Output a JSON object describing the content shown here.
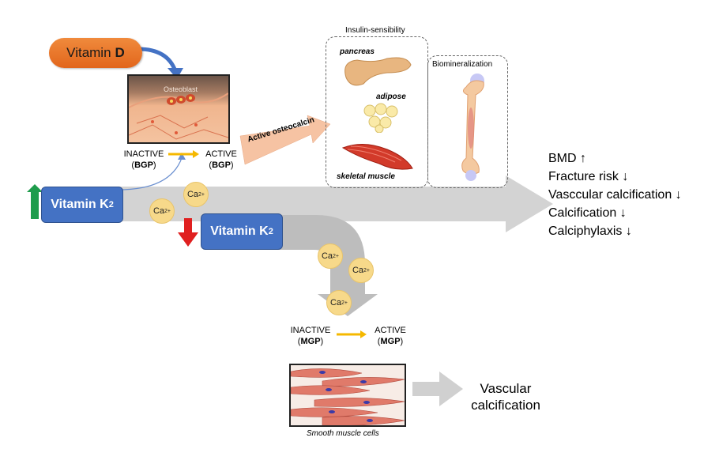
{
  "vitamin_d": {
    "label": "Vitamin",
    "letter": "D"
  },
  "osteoblast_label": "Osteoblast",
  "bgp": {
    "inactive": "INACTIVE",
    "active": "ACTIVE",
    "protein": "BGP"
  },
  "vitamin_k2": {
    "label": "Vitamin K",
    "sub": "2"
  },
  "calcium": {
    "label": "Ca",
    "charge": "2+"
  },
  "active_osteocalcin": "Active osteocalcin",
  "insulin": {
    "title": "Insulin-sensibility",
    "pancreas": "pancreas",
    "adipose": "adipose",
    "muscle": "skeletal muscle"
  },
  "biomineralization": "Biomineralization",
  "outcomes": [
    "BMD",
    "Fracture risk",
    "Vasccular calcification",
    "Calcification",
    "Calciphylaxis"
  ],
  "mgp": {
    "inactive": "INACTIVE",
    "active": "ACTIVE",
    "protein": "MGP"
  },
  "smooth_muscle": "Smooth muscle cells",
  "vascular_calcification": [
    "Vascular",
    "calcification"
  ],
  "colors": {
    "vitamin_d": "#e2661c",
    "vitamin_k2": "#4472c4",
    "calcium": "#f7d98a",
    "arrow_gray": "#d0d0d0",
    "up_arrow": "#1e9c4c",
    "down_arrow": "#e02020",
    "osteocalcin_arrow": "#f6c3a3",
    "small_arrow": "#f5b800"
  }
}
